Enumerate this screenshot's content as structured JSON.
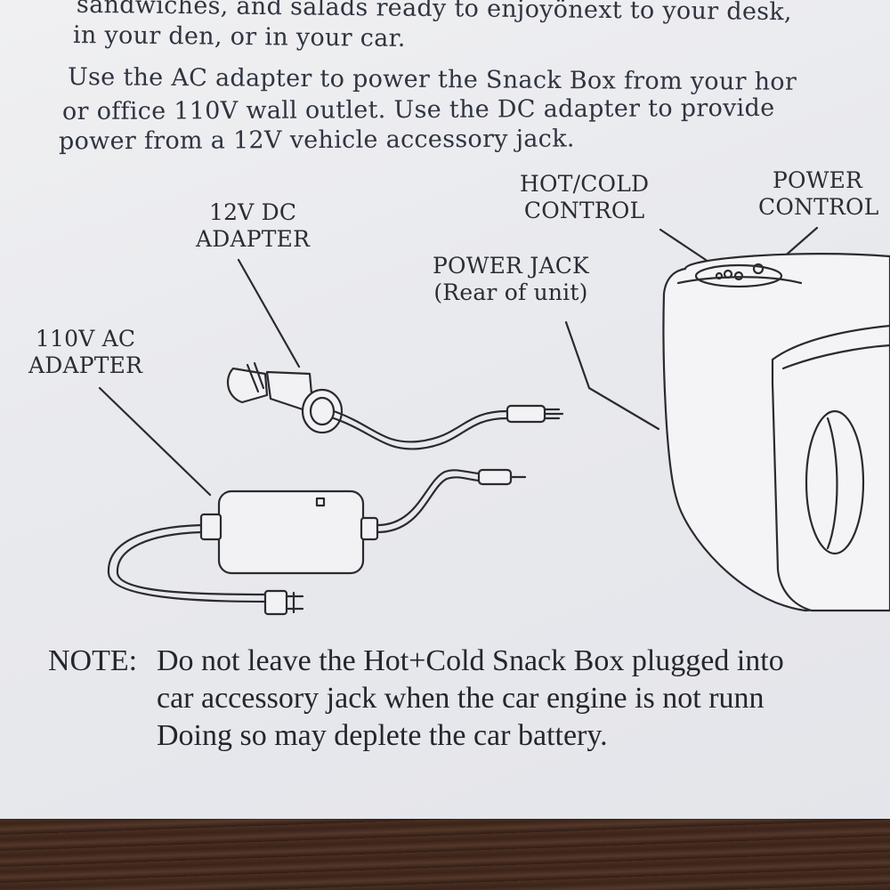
{
  "intro": {
    "lines": [
      "sandwiches, and salads ready to enjoyönext to your desk,",
      "in your den, or in your car.",
      "Use the AC adapter to power the Snack Box from your hor",
      "or office 110V wall outlet. Use the DC adapter to provide",
      "power from a 12V vehicle accessory jack."
    ]
  },
  "labels": {
    "dc_adapter": [
      "12V DC",
      "ADAPTER"
    ],
    "ac_adapter": [
      "110V AC",
      "ADAPTER"
    ],
    "power_jack": [
      "POWER JACK",
      "(Rear of unit)"
    ],
    "hot_cold_control": [
      "HOT/COLD",
      "CONTROL"
    ],
    "power_control": [
      "POWER",
      "CONTROL"
    ]
  },
  "note": {
    "prefix": "NOTE:",
    "lines": [
      "Do not leave the Hot+Cold Snack Box plugged into",
      "car accessory jack when the car engine is not runn",
      "Doing so may deplete the car battery."
    ]
  }
}
